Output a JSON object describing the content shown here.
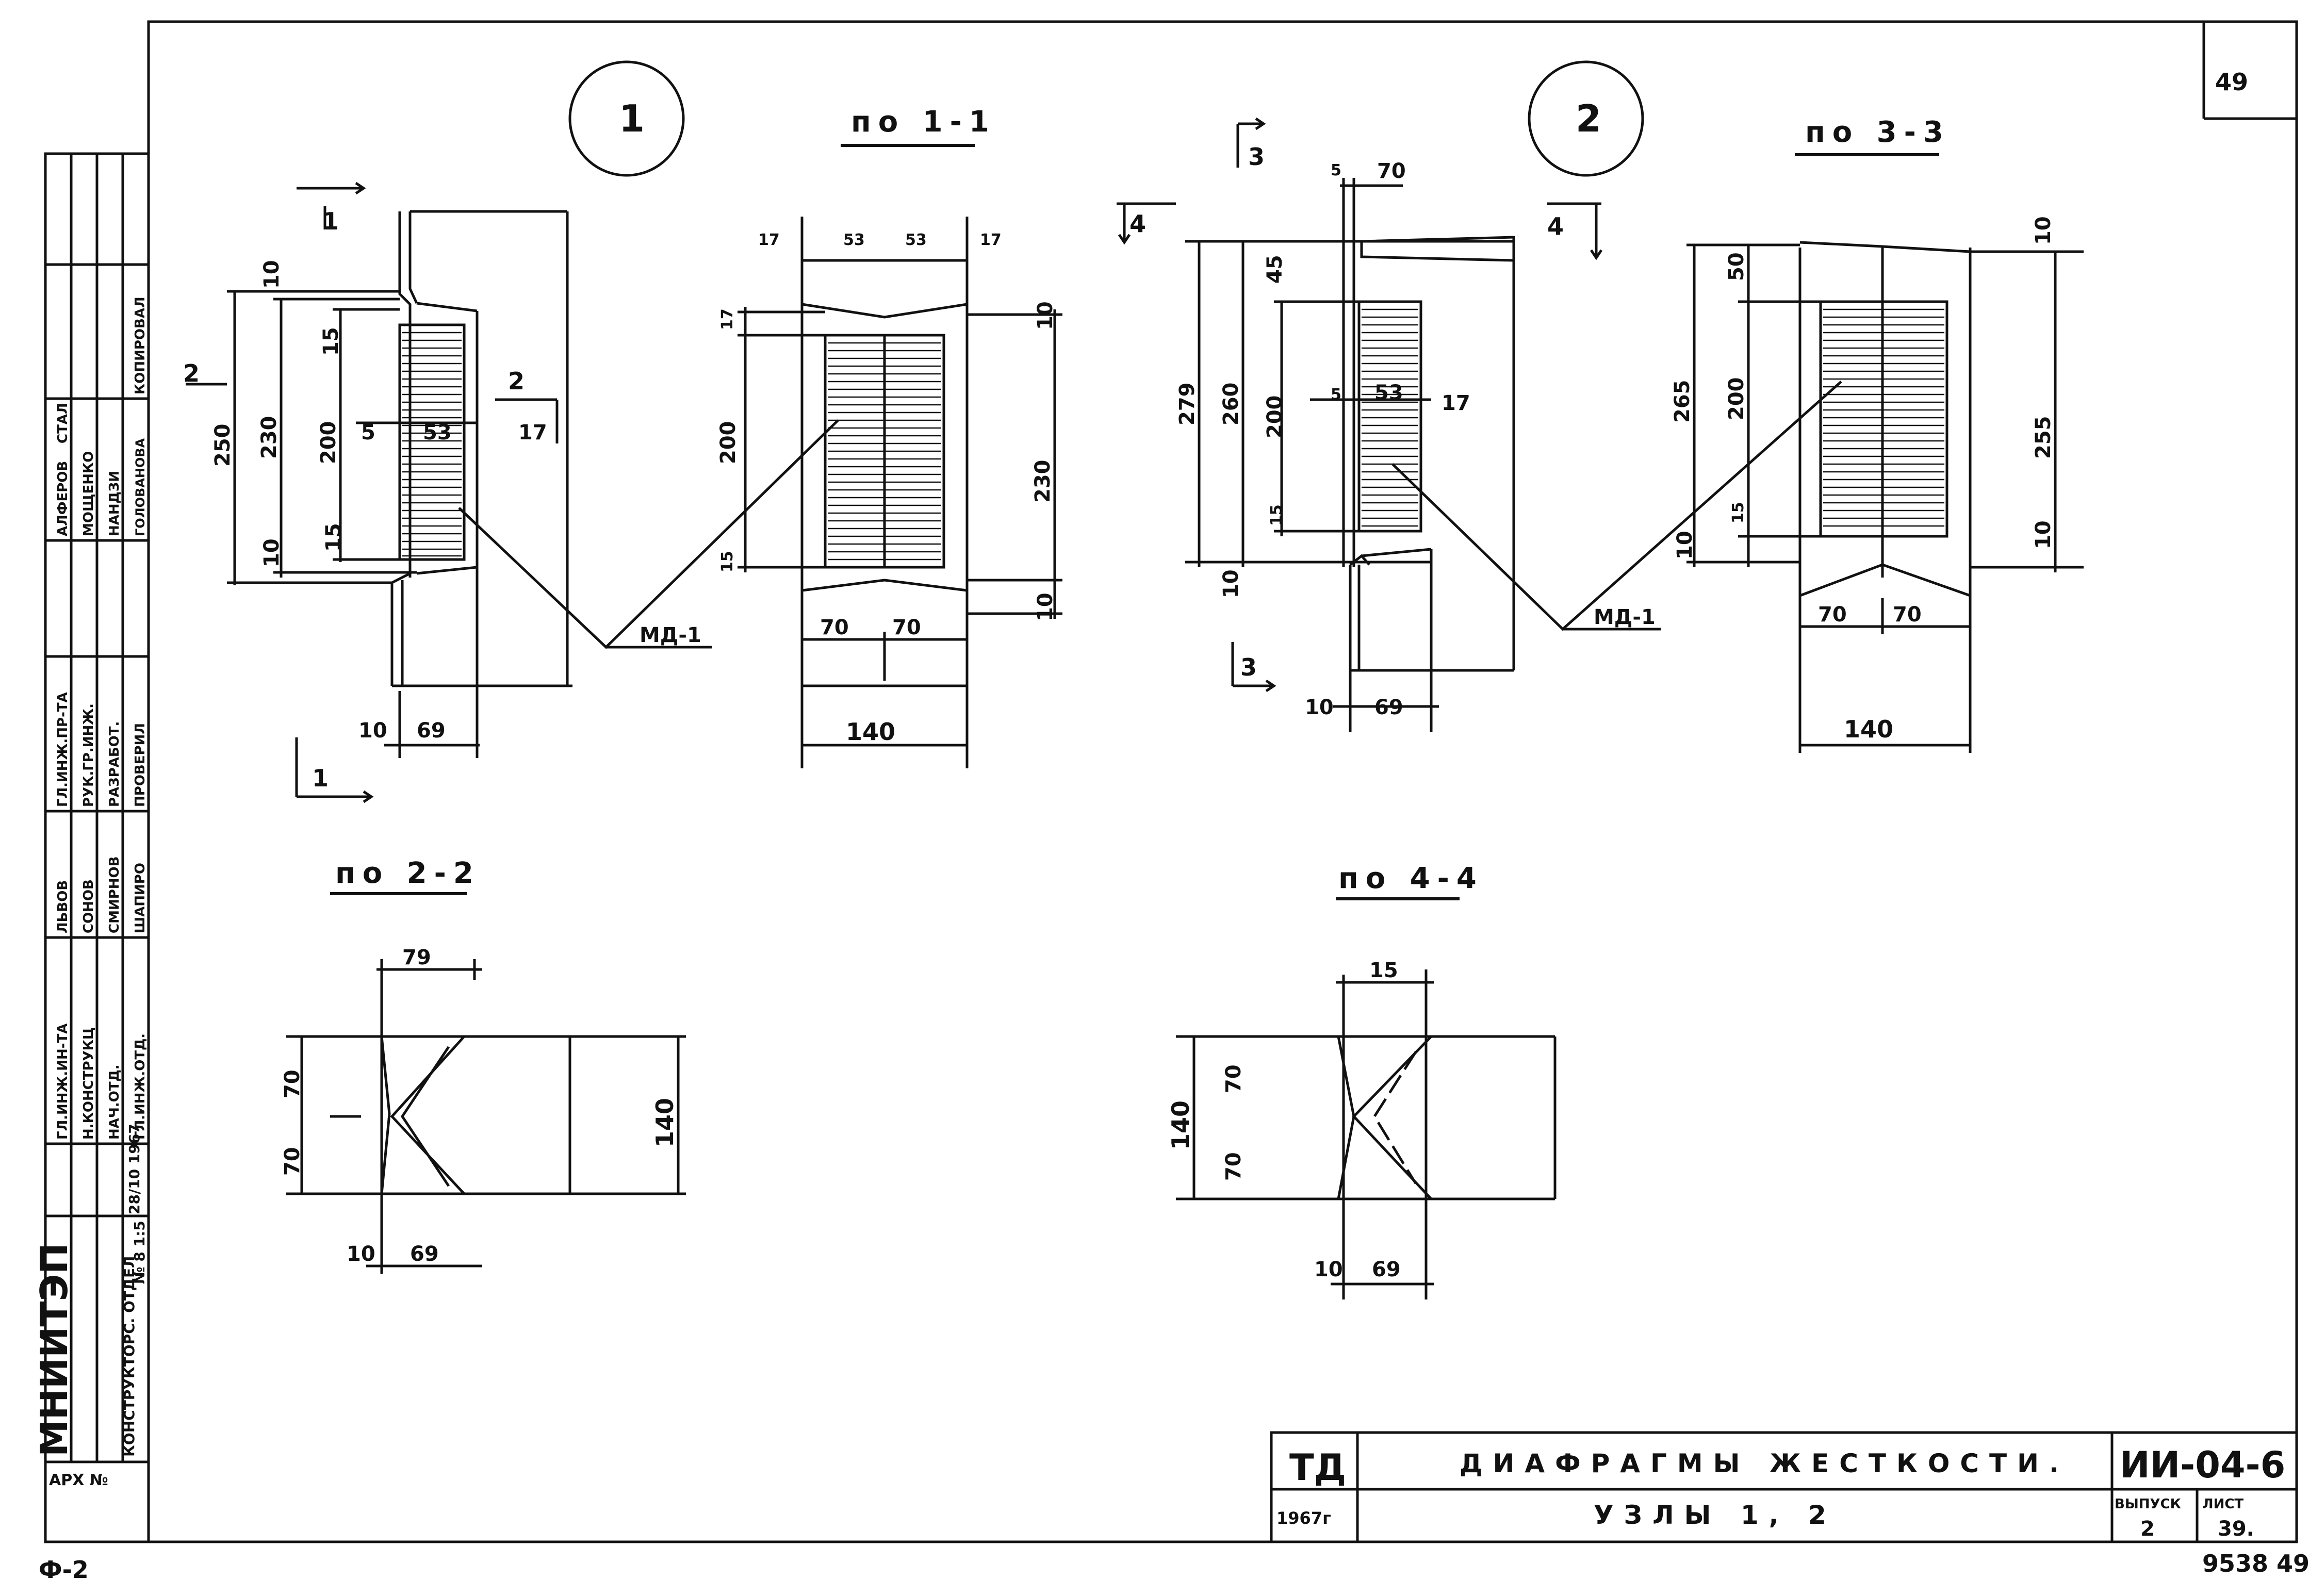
{
  "sheet": {
    "page_number": "49",
    "corner_mark": "Ф-2",
    "stamp_number": "9538 49"
  },
  "nodes": {
    "node1": "1",
    "node2": "2",
    "sec1": "по 1-1",
    "sec2": "по 2-2",
    "sec3": "по 3-3",
    "sec4": "по 4-4",
    "md1": "МД-1",
    "md1b": "МД-1"
  },
  "cut_marks": {
    "c1a": "1",
    "c1b": "1",
    "c2a": "2",
    "c2b": "2",
    "c3a": "3",
    "c3b": "3",
    "c4a": "4",
    "c4b": "4"
  },
  "dims": {
    "a250": "250",
    "a230": "230",
    "a200": "200",
    "a10t": "10",
    "a10b": "10",
    "a15t": "15",
    "a15b": "15",
    "a5": "5",
    "a53": "53",
    "a17": "17",
    "a10l": "10",
    "a69": "69",
    "b17l": "17",
    "b53l": "53",
    "b53r": "53",
    "b17r": "17",
    "b17": "17",
    "b15": "15",
    "b200": "200",
    "b230": "230",
    "b10t": "10",
    "b10b": "10",
    "b70l": "70",
    "b70r": "70",
    "b140": "140",
    "c5": "5",
    "c70": "70",
    "c279": "279",
    "c260": "260",
    "c45": "45",
    "c200": "200",
    "c53": "53",
    "c5b": "5",
    "c17": "17",
    "c15": "15",
    "c10": "10",
    "c10l": "10",
    "c69": "69",
    "d10t": "10",
    "d50": "50",
    "d265": "265",
    "d200": "200",
    "d255": "255",
    "d15": "15",
    "d10": "10",
    "d10b": "10",
    "d70l": "70",
    "d70r": "70",
    "d140": "140",
    "e79": "79",
    "e70t": "70",
    "e70b": "70",
    "e140": "140",
    "e10": "10",
    "e69": "69",
    "f15": "15",
    "f140": "140",
    "f70t": "70",
    "f70b": "70",
    "f10": "10",
    "f69": "69"
  },
  "sidebar": {
    "org": "МНИИТЭП",
    "dept": "КОНСТРУКТОРС. ОТДЕЛ",
    "date": "28/10 1967",
    "scale": "№ 8 1:5",
    "arch": "АРХ №",
    "roles": [
      {
        "role": "ГЛ.ИНЖ.ИН-ТА",
        "name": "ЛЬВОВ"
      },
      {
        "role": "Н.КОНСТРУКЦ",
        "name": "СОНОВ"
      },
      {
        "role": "НАЧ.ОТД.",
        "name": "СМИРНОВ"
      },
      {
        "role": "ГЛ.ИНЖ.ОТД.",
        "name": "ШАПИРО"
      },
      {
        "role": "ГЛ.ИНЖ.ПР-ТА",
        "name": "АЛФЕРОВ"
      },
      {
        "role": "РУК.ГР.ИНЖ.",
        "name": "МОЩЕНКО"
      },
      {
        "role": "РАЗРАБОТ.",
        "name": "НАНДЗИ"
      },
      {
        "role": "ПРОВЕРИЛ",
        "name": "ГОЛОВАНОВА"
      },
      {
        "role": "КОПИРОВАЛ",
        "name": "СТАЛ"
      }
    ]
  },
  "title_block": {
    "code_left": "ТД",
    "year": "1967г",
    "title_1": "ДИАФРАГМЫ ЖЕСТКОСТИ.",
    "title_2": "УЗЛЫ 1, 2",
    "series": "ИИ-04-6",
    "issue_label": "ВЫПУСК",
    "issue": "2",
    "sheet_label": "ЛИСТ",
    "sheet": "39."
  }
}
